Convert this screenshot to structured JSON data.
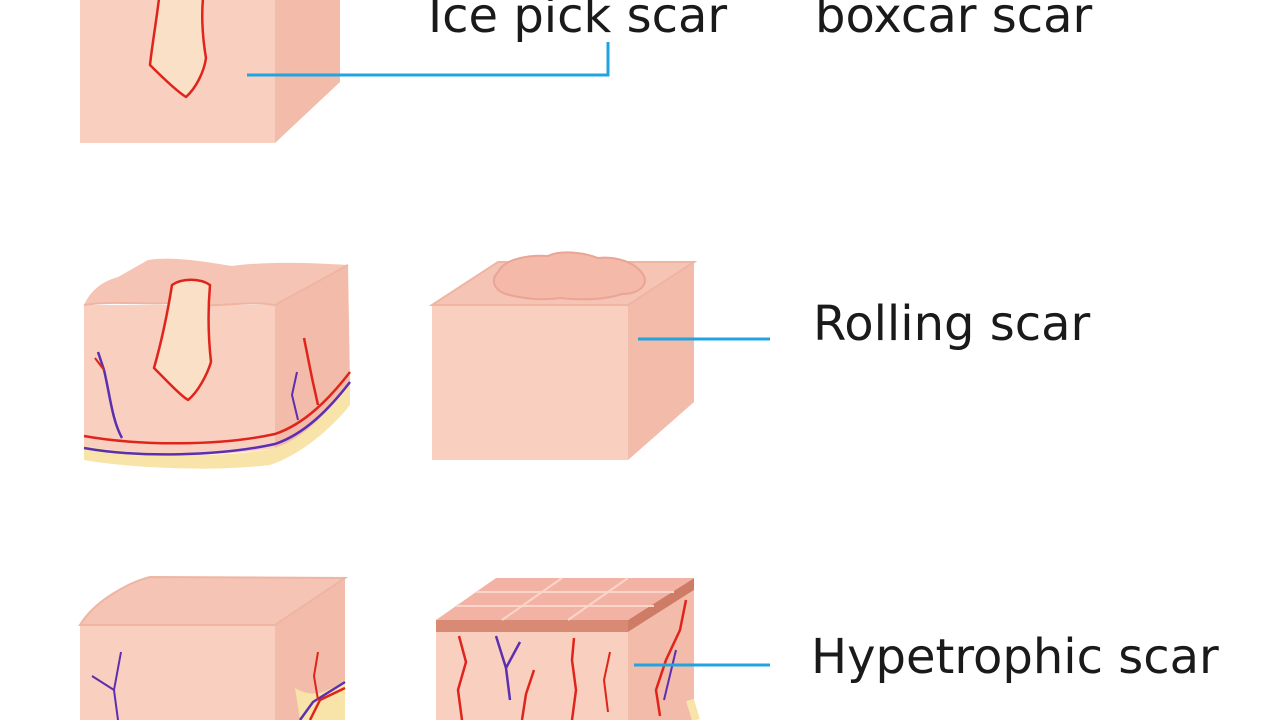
{
  "labels": {
    "ice_pick": "Ice pick scar",
    "boxcar": "boxcar scar",
    "rolling": "Rolling scar",
    "hypertrophic": "Hypetrophic scar"
  },
  "colors": {
    "skin_front": "#f9cfc0",
    "skin_top": "#f6c4b4",
    "skin_side": "#f3bba9",
    "fat_layer": "#f8e3a8",
    "artery": "#e0241b",
    "vein": "#5b2fb0",
    "pointer_line": "#20a4e0",
    "scar_tissue": "#dc8870",
    "text": "#1a1a1a"
  }
}
